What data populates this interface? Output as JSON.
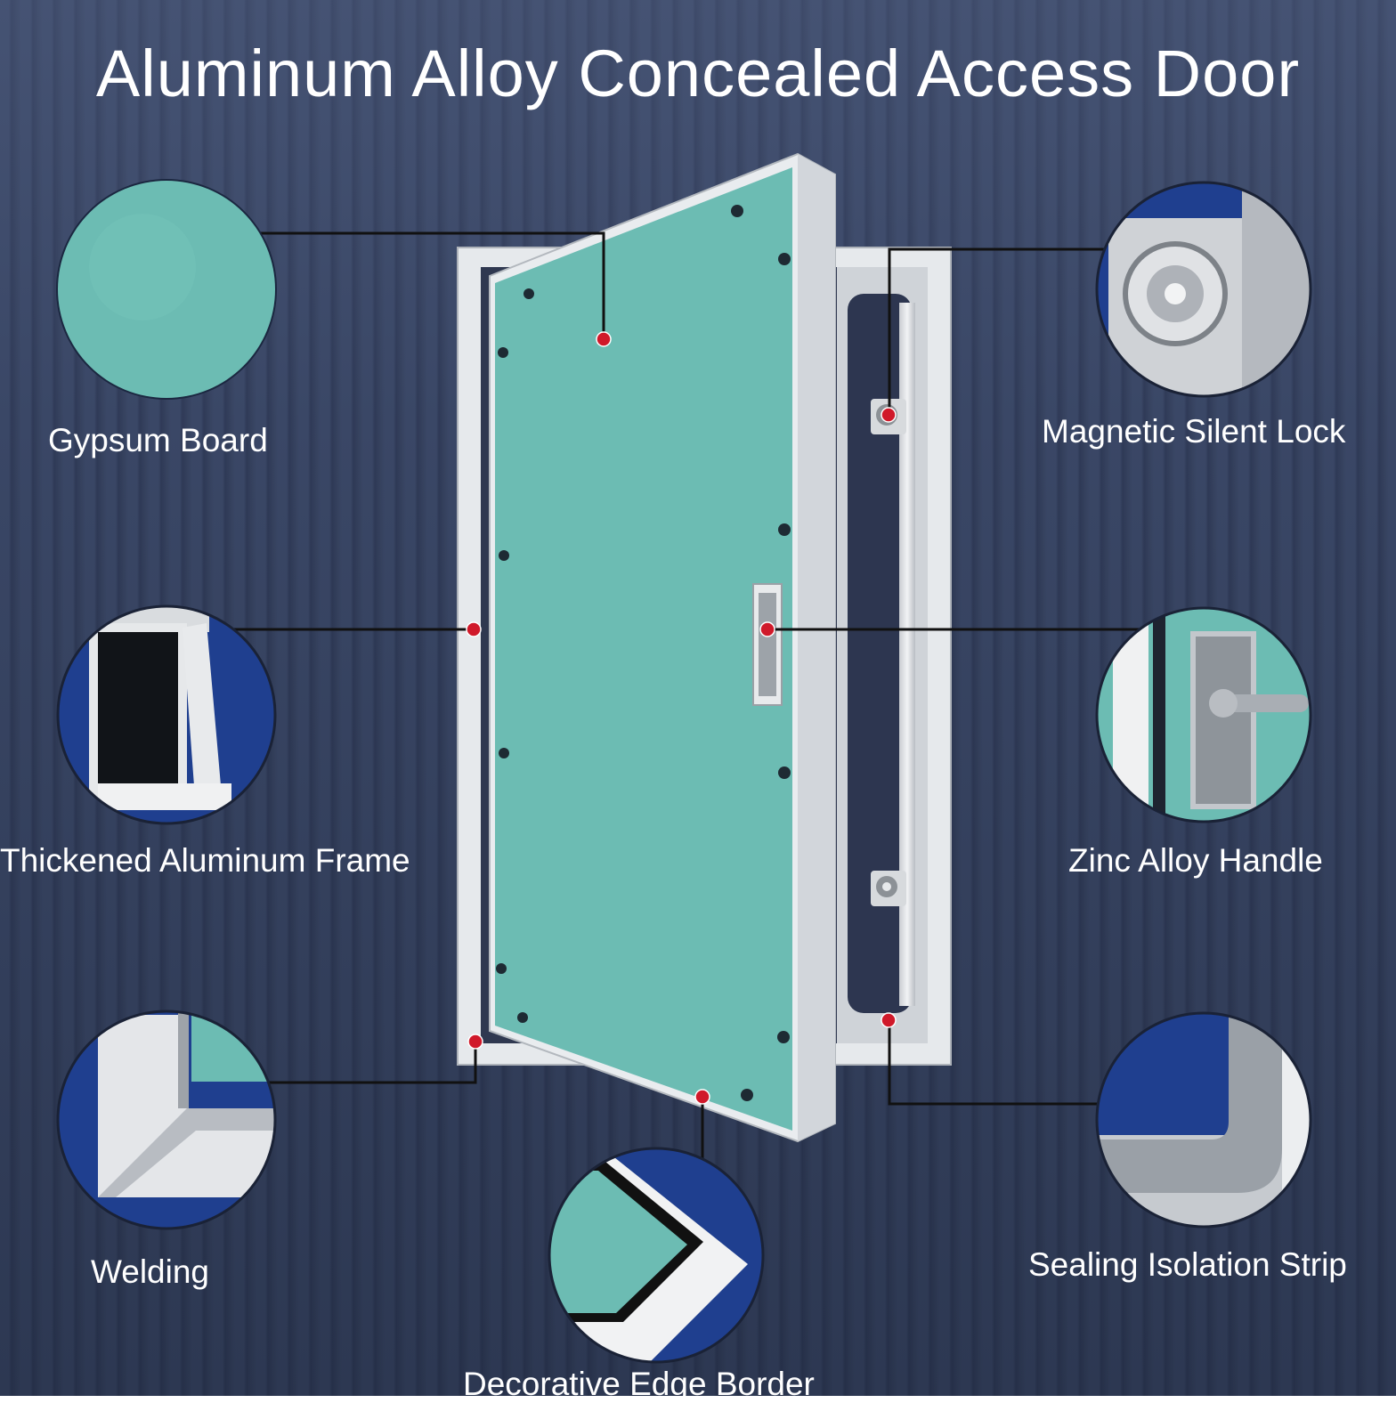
{
  "title": "Aluminum Alloy Concealed Access Door",
  "colors": {
    "gypsum": "#6cbcb3",
    "frame": "#eef0f2",
    "marker": "#d0192a",
    "callout_blue": "#1f3f8f",
    "background": "#3a4766"
  },
  "features": [
    {
      "id": "gypsum-board",
      "label": "Gypsum Board"
    },
    {
      "id": "thickened-aluminum-frame",
      "label": "Thickened Aluminum Frame"
    },
    {
      "id": "welding",
      "label": "Welding"
    },
    {
      "id": "decorative-edge-border",
      "label": "Decorative Edge Border"
    },
    {
      "id": "magnetic-silent-lock",
      "label": "Magnetic Silent Lock"
    },
    {
      "id": "zinc-alloy-handle",
      "label": "Zinc Alloy Handle"
    },
    {
      "id": "sealing-isolation-strip",
      "label": "Sealing Isolation Strip"
    }
  ]
}
